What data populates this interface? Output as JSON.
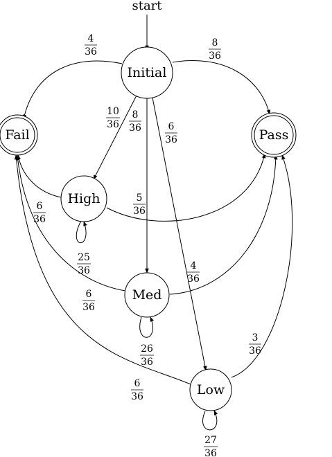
{
  "start_label": "start",
  "nodes": {
    "initial": {
      "label": "Initial"
    },
    "fail": {
      "label": "Fail",
      "accepting": true
    },
    "pass": {
      "label": "Pass",
      "accepting": true
    },
    "high": {
      "label": "High"
    },
    "med": {
      "label": "Med"
    },
    "low": {
      "label": "Low"
    }
  },
  "transitions": [
    {
      "id": "initial-fail",
      "from": "Initial",
      "to": "Fail",
      "num": "4",
      "den": "36"
    },
    {
      "id": "initial-pass",
      "from": "Initial",
      "to": "Pass",
      "num": "8",
      "den": "36"
    },
    {
      "id": "initial-high",
      "from": "Initial",
      "to": "High",
      "num": "10",
      "den": "36"
    },
    {
      "id": "initial-med",
      "from": "Initial",
      "to": "Med",
      "num": "8",
      "den": "36"
    },
    {
      "id": "initial-low",
      "from": "Initial",
      "to": "Low",
      "num": "6",
      "den": "36"
    },
    {
      "id": "high-pass",
      "from": "High",
      "to": "Pass",
      "num": "5",
      "den": "36"
    },
    {
      "id": "high-fail",
      "from": "High",
      "to": "Fail",
      "num": "6",
      "den": "36"
    },
    {
      "id": "high-loop",
      "from": "High",
      "to": "High",
      "num": "25",
      "den": "36"
    },
    {
      "id": "med-pass",
      "from": "Med",
      "to": "Pass",
      "num": "4",
      "den": "36"
    },
    {
      "id": "med-fail",
      "from": "Med",
      "to": "Fail",
      "num": "6",
      "den": "36"
    },
    {
      "id": "med-loop",
      "from": "Med",
      "to": "Med",
      "num": "26",
      "den": "36"
    },
    {
      "id": "low-pass",
      "from": "Low",
      "to": "Pass",
      "num": "3",
      "den": "36"
    },
    {
      "id": "low-fail",
      "from": "Low",
      "to": "Fail",
      "num": "6",
      "den": "36"
    },
    {
      "id": "low-loop",
      "from": "Low",
      "to": "Low",
      "num": "27",
      "den": "36"
    }
  ]
}
